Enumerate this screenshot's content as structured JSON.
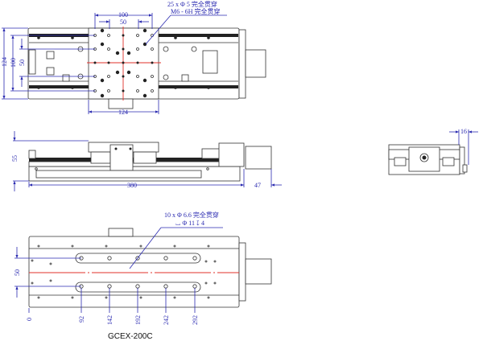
{
  "drawing": {
    "title": "GCEX-200C",
    "top_view": {
      "note_line1": "25 x Φ 5 完全贯穿",
      "note_line2": "M6 - 6H 完全贯穿",
      "dim_100_top": "100",
      "dim_50_top": "50",
      "dim_124_left": "124",
      "dim_100_left": "100",
      "dim_50_left": "50",
      "dim_124_bottom": "124"
    },
    "side_view": {
      "dim_height": "55",
      "dim_length": "380",
      "dim_motor": "47"
    },
    "end_view": {
      "dim_16": "16"
    },
    "bottom_view": {
      "note_line1": "10 x Φ 6.6 完全贯穿",
      "note_line2": "⌴ Φ 11 ↧ 4",
      "dim_50": "50",
      "x_positions": [
        "0",
        "92",
        "142",
        "192",
        "242",
        "292"
      ]
    },
    "colors": {
      "dimension": "#2a2ab0",
      "centerline": "#e0302a"
    }
  }
}
